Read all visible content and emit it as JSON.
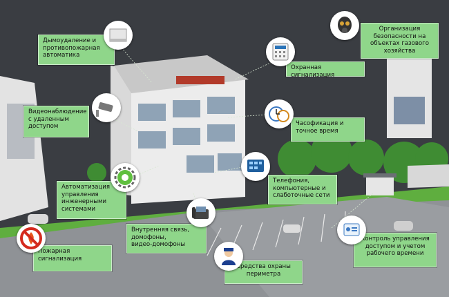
{
  "labels": {
    "smoke": "Дымоудаление и\nпротивопожарная\nавтоматика",
    "gas_safety": "Организация\nбезопасности на\nобъектах газового\nхозяйства",
    "security_alarm": "Охранная сигнализация",
    "video": "Видеонаблюдение\nс удаленным\nдоступом",
    "clock": "Часофикация и\nточное время",
    "automation": "Автоматизация\nуправления\nинженерными\nсистемами",
    "telephony": "Телефония,\nкомпьютерные и\nслаботочные сети",
    "intercom": "Внутренняя связь,\nдомофоны,\nвидео-домофоны",
    "fire_alarm": "Пожарная\nсигнализация",
    "perimeter": "Средства охраны\nпериметра",
    "access": "Контроль управления\nдоступом и учетом\nрабочего времени"
  },
  "colors": {
    "label_bg": "#8fd68a",
    "background": "#3a3d42",
    "grass": "#5fae3f",
    "road": "#8f9296"
  },
  "icons": {
    "smoke": "smoke-detector-icon",
    "gas_safety": "gas-mask-icon",
    "security_alarm": "alarm-keypad-icon",
    "video": "cctv-camera-icon",
    "clock": "clock-icon",
    "automation": "gear-icon",
    "telephony": "touch-panel-icon",
    "intercom": "ip-phone-icon",
    "fire_alarm": "fire-prohibited-icon",
    "perimeter": "security-guard-icon",
    "access": "access-card-icon"
  }
}
